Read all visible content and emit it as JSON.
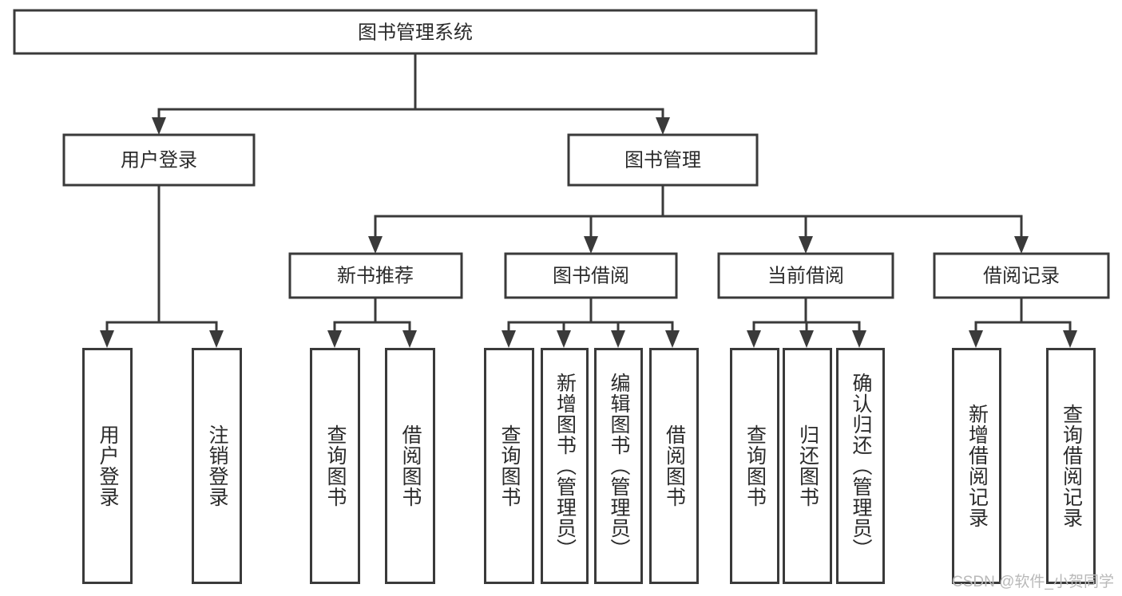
{
  "diagram": {
    "title": "图书管理系统",
    "type": "tree",
    "watermark": "CSDN @软件_小贺同学",
    "colors": {
      "stroke": "#3a3a3a",
      "fill": "#ffffff",
      "text": "#2b2b2b",
      "watermark": "#b9b9b9"
    },
    "root": {
      "label": "图书管理系统"
    },
    "level2": [
      {
        "label": "用户登录"
      },
      {
        "label": "图书管理"
      }
    ],
    "level3": [
      {
        "label": "新书推荐"
      },
      {
        "label": "图书借阅"
      },
      {
        "label": "当前借阅"
      },
      {
        "label": "借阅记录"
      }
    ],
    "leaves": [
      {
        "label": "用户登录",
        "parent": "用户登录"
      },
      {
        "label": "注销登录",
        "parent": "用户登录"
      },
      {
        "label": "查询图书",
        "parent": "新书推荐"
      },
      {
        "label": "借阅图书",
        "parent": "新书推荐"
      },
      {
        "label": "查询图书",
        "parent": "图书借阅"
      },
      {
        "label": "新增图书（管理员）",
        "parent": "图书借阅"
      },
      {
        "label": "编辑图书（管理员）",
        "parent": "图书借阅"
      },
      {
        "label": "借阅图书",
        "parent": "图书借阅"
      },
      {
        "label": "查询图书",
        "parent": "当前借阅"
      },
      {
        "label": "归还图书",
        "parent": "当前借阅"
      },
      {
        "label": "确认归还（管理员）",
        "parent": "当前借阅"
      },
      {
        "label": "新增借阅记录",
        "parent": "借阅记录"
      },
      {
        "label": "查询借阅记录",
        "parent": "借阅记录"
      }
    ]
  }
}
